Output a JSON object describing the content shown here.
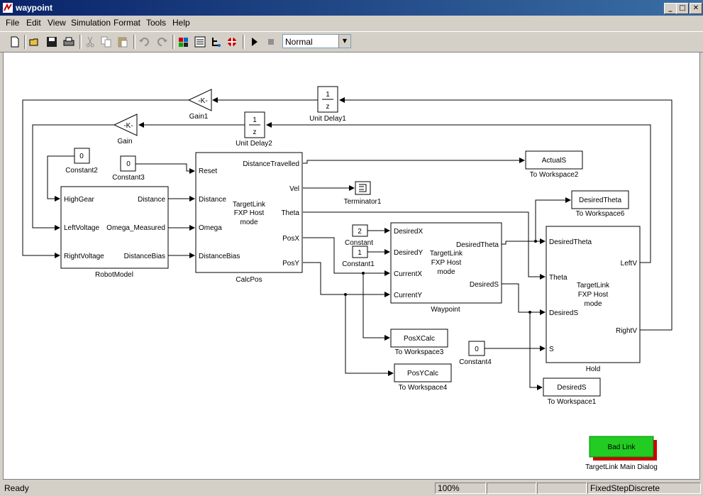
{
  "window": {
    "title": "waypoint"
  },
  "menu": [
    "File",
    "Edit",
    "View",
    "Simulation",
    "Format",
    "Tools",
    "Help"
  ],
  "toolbar": {
    "sim_mode": "Normal"
  },
  "blocks": {
    "gain1": {
      "value": "-K-",
      "label": "Gain1"
    },
    "gain": {
      "value": "-K-",
      "label": "Gain"
    },
    "unit_delay1": {
      "num": "1",
      "den": "z",
      "label": "Unit Delay1"
    },
    "unit_delay2": {
      "num": "1",
      "den": "z",
      "label": "Unit Delay2"
    },
    "constant2": {
      "value": "0",
      "label": "Constant2"
    },
    "constant3": {
      "value": "0",
      "label": "Constant3"
    },
    "constant": {
      "value": "2",
      "label": "Constant"
    },
    "constant1": {
      "value": "1",
      "label": "Constant1"
    },
    "constant4": {
      "value": "0",
      "label": "Constant4"
    },
    "robot_model": {
      "label": "RobotModel",
      "in": [
        "HighGear",
        "LeftVoltage",
        "RightVoltage"
      ],
      "out": [
        "Distance",
        "Omega_Measured",
        "DistanceBias"
      ]
    },
    "calcpos": {
      "label": "CalcPos",
      "in": [
        "Reset",
        "Distance",
        "Omega",
        "DistanceBias"
      ],
      "out": [
        "DistanceTravelled",
        "Vel",
        "Theta",
        "PosX",
        "PosY"
      ],
      "center": [
        "TargetLink",
        "FXP Host",
        "mode"
      ]
    },
    "waypoint": {
      "label": "Waypoint",
      "in": [
        "DesiredX",
        "DesiredY",
        "CurrentX",
        "CurrentY"
      ],
      "out": [
        "DesiredTheta",
        "DesiredS"
      ],
      "center": [
        "TargetLink",
        "FXP Host",
        "mode"
      ]
    },
    "hold": {
      "label": "Hold",
      "in": [
        "DesiredTheta",
        "Theta",
        "DesiredS",
        "S"
      ],
      "out": [
        "LeftV",
        "RightV"
      ],
      "center": [
        "TargetLink",
        "FXP Host",
        "mode"
      ]
    },
    "terminator1": {
      "label": "Terminator1"
    },
    "to_ws2": {
      "value": "ActualS",
      "label": "To Workspace2"
    },
    "to_ws6": {
      "value": "DesiredTheta",
      "label": "To Workspace6"
    },
    "to_ws3": {
      "value": "PosXCalc",
      "label": "To Workspace3"
    },
    "to_ws4": {
      "value": "PosYCalc",
      "label": "To Workspace4"
    },
    "to_ws1": {
      "value": "DesiredS",
      "label": "To Workspace1"
    },
    "tl_dialog": {
      "button": "Bad Link",
      "label": "TargetLink Main Dialog"
    }
  },
  "status": {
    "ready": "Ready",
    "zoom": "100%",
    "solver": "FixedStepDiscrete"
  }
}
